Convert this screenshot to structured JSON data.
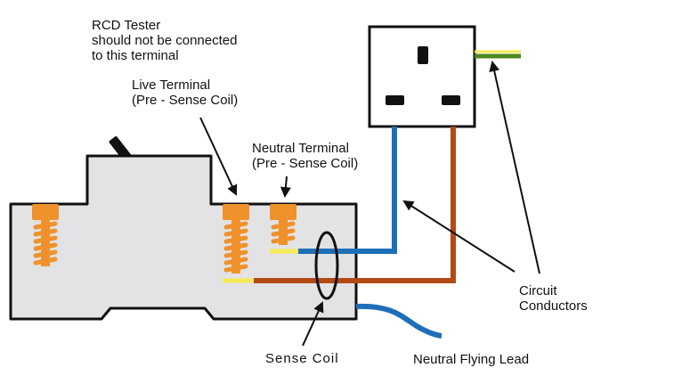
{
  "labels": {
    "rcd_note": [
      "RCD Tester",
      "should not be connected",
      "to this terminal"
    ],
    "live_terminal": [
      "Live Terminal",
      "(Pre - Sense Coil)"
    ],
    "neutral_terminal": [
      "Neutral Terminal",
      "(Pre - Sense Coil)"
    ],
    "circuit_conductors": [
      "Circuit",
      "Conductors"
    ],
    "sense_coil": "Sense Coil",
    "neutral_flying_lead": "Neutral Flying Lead"
  },
  "colors": {
    "device_fill": "#e3e3e5",
    "terminal": "#f0922b",
    "live_wire": "#b24a16",
    "neutral_wire": "#1f6fb8",
    "earth_green": "#4d8a1f",
    "earth_yellow": "#f2e85a",
    "stub_yellow": "#f5ea58",
    "outline": "#111111"
  }
}
